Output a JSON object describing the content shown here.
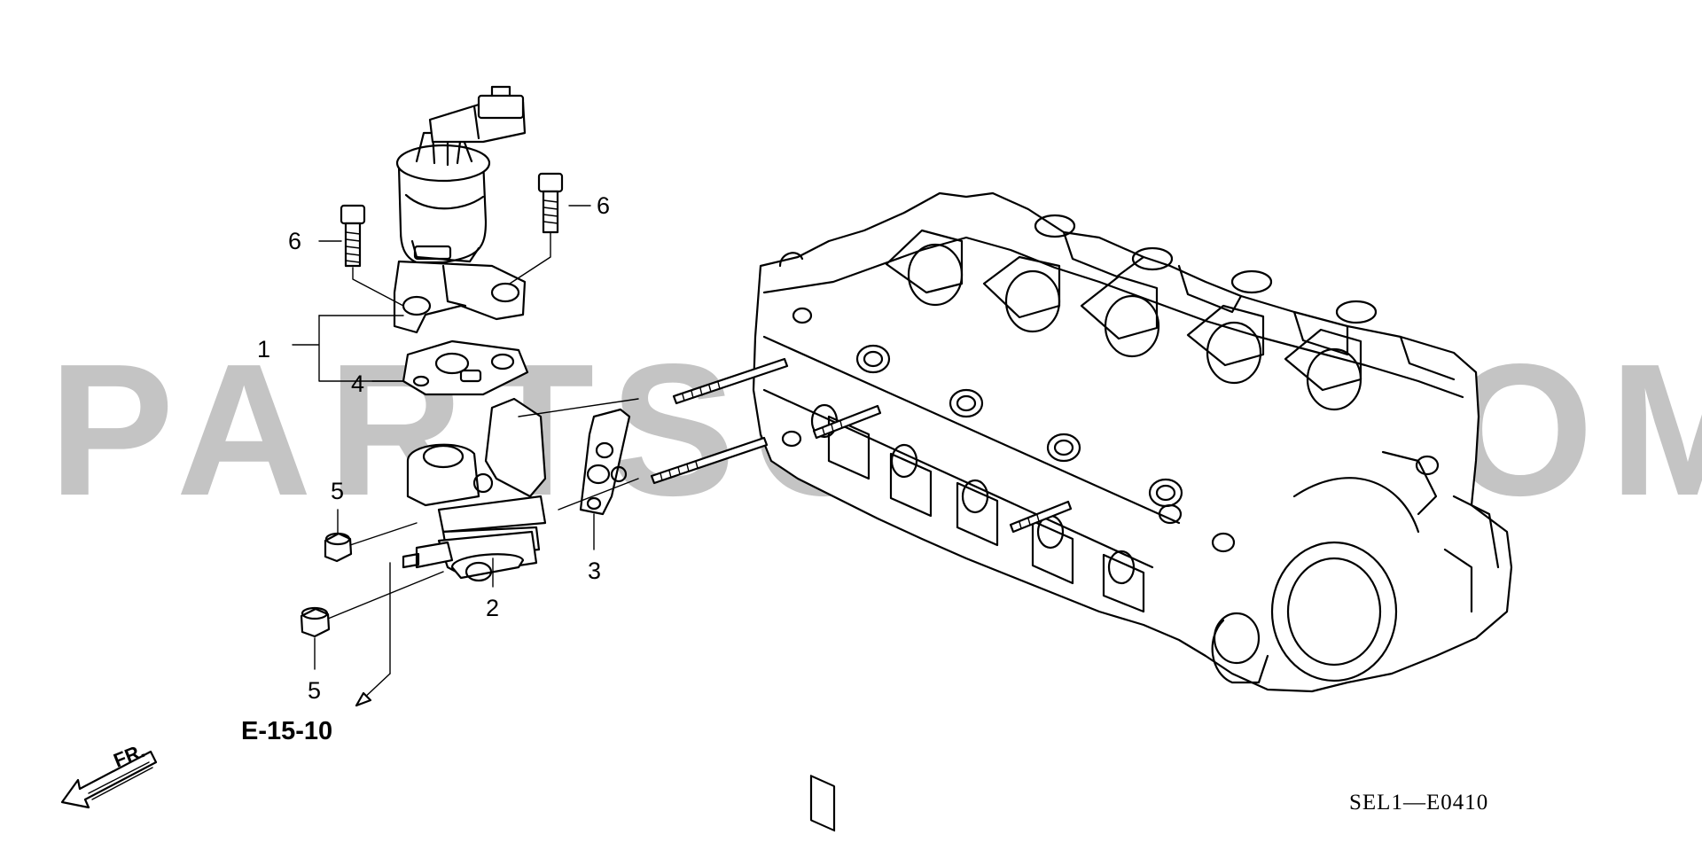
{
  "watermark": {
    "text": "PARTSOUQ.COM"
  },
  "callouts": [
    {
      "id": "1",
      "text": "1"
    },
    {
      "id": "2",
      "text": "2"
    },
    {
      "id": "3",
      "text": "3"
    },
    {
      "id": "4",
      "text": "4"
    },
    {
      "id": "5a",
      "text": "5"
    },
    {
      "id": "5b",
      "text": "5"
    },
    {
      "id": "6a",
      "text": "6"
    },
    {
      "id": "6b",
      "text": "6"
    }
  ],
  "reference": {
    "text": "E-15-10"
  },
  "direction": {
    "text": "FR."
  },
  "diagram_code": {
    "text": "SEL1—E0410"
  },
  "colors": {
    "line": "#000000",
    "watermark": "#c4c4c4",
    "background": "#ffffff"
  }
}
